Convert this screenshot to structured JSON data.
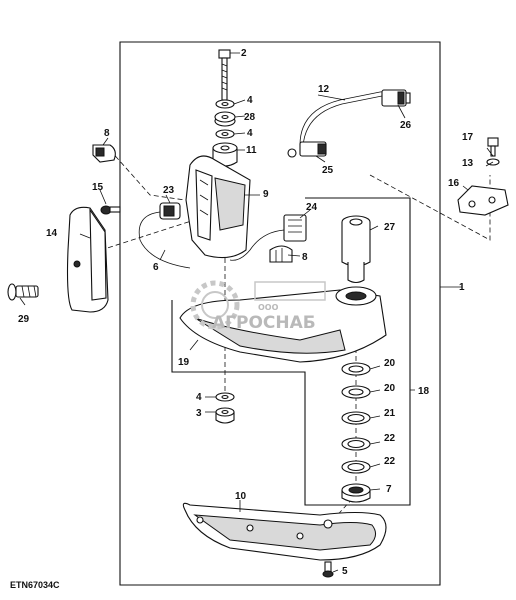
{
  "figure_code": "ETN67034C",
  "watermark": {
    "brand": "АГРОСНАБ",
    "prefix": "ООО"
  },
  "callouts": {
    "c1": "1",
    "c2": "2",
    "c3": "3",
    "c4a": "4",
    "c4b": "4",
    "c4c": "4",
    "c5": "5",
    "c6": "6",
    "c7": "7",
    "c8a": "8",
    "c8b": "8",
    "c9": "9",
    "c10": "10",
    "c11": "11",
    "c12": "12",
    "c13": "13",
    "c14": "14",
    "c15": "15",
    "c16": "16",
    "c17": "17",
    "c18": "18",
    "c19": "19",
    "c20a": "20",
    "c20b": "20",
    "c21": "21",
    "c22a": "22",
    "c22b": "22",
    "c23": "23",
    "c24": "24",
    "c25": "25",
    "c26": "26",
    "c27": "27",
    "c28": "28",
    "c29": "29"
  }
}
